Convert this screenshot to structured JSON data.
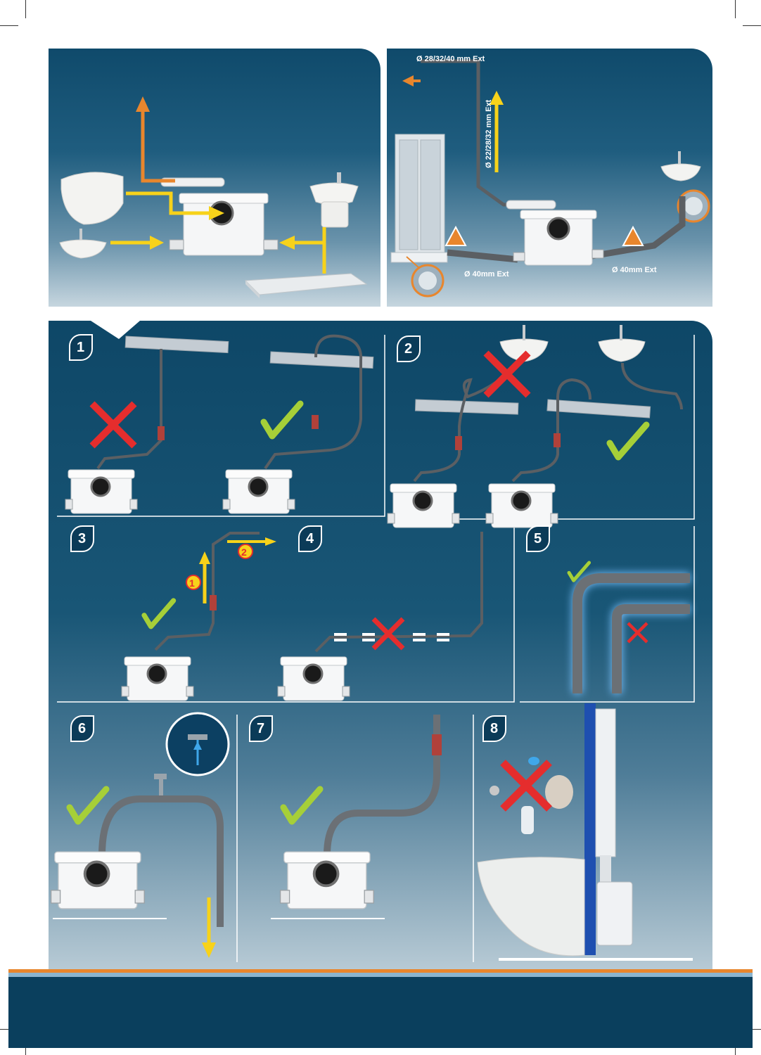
{
  "panel_top_right": {
    "pipe_outlet_label": "Ø 28/32/40 mm Ext",
    "vertical_pipe_label": "Ø 22/28/32 mm Ext",
    "inlet_left_label": "Ø 40mm Ext",
    "inlet_right_label": "Ø 40mm Ext"
  },
  "steps": [
    {
      "number": "1"
    },
    {
      "number": "2"
    },
    {
      "number": "3"
    },
    {
      "number": "4"
    },
    {
      "number": "5"
    },
    {
      "number": "6"
    },
    {
      "number": "7"
    },
    {
      "number": "8"
    }
  ],
  "step3_markers": [
    "1",
    "2"
  ],
  "colors": {
    "panel_dark": "#0f4a6b",
    "arrow_yellow": "#f7d21a",
    "arrow_orange": "#e8862d",
    "check_green": "#a6cf38",
    "cross_red": "#e52d2d",
    "pipe_grey": "#5b5f63",
    "footer": "#0a3f5d"
  },
  "icons": [
    "check-icon",
    "cross-icon",
    "warning-triangle-icon",
    "arrow-up-icon",
    "arrow-right-icon",
    "arrow-down-icon"
  ]
}
